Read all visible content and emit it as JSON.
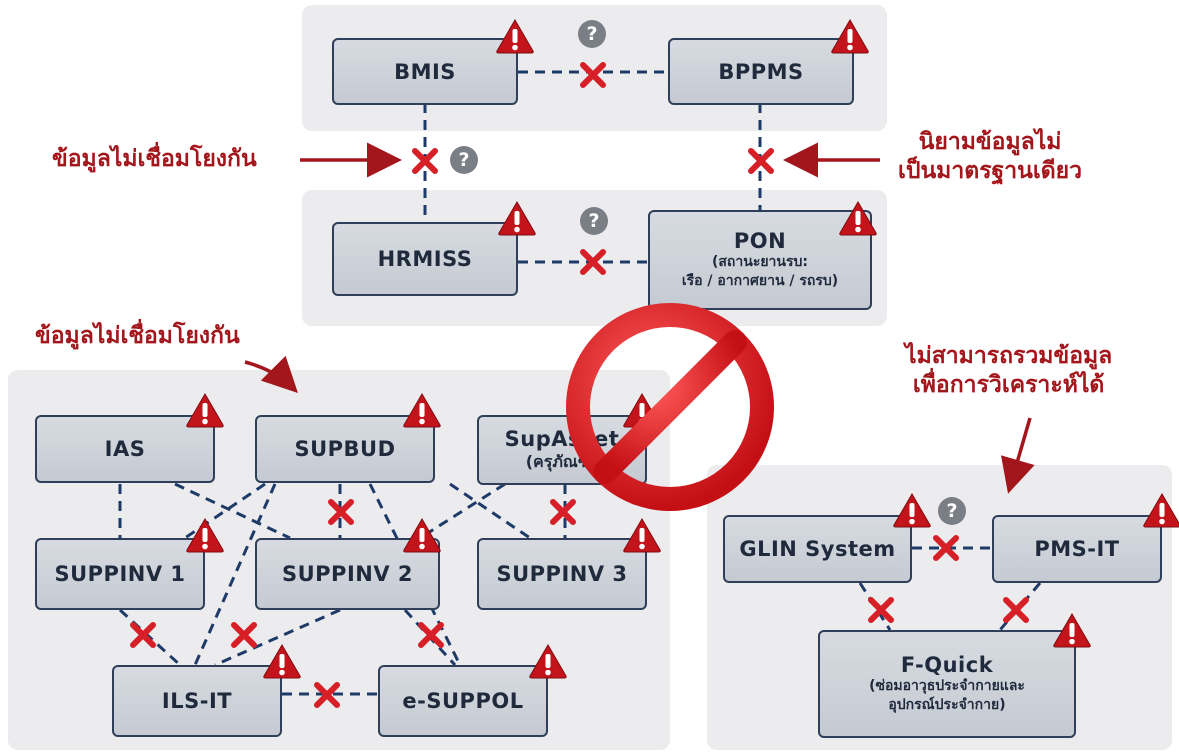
{
  "systems": {
    "bmis": "BMIS",
    "bppms": "BPPMS",
    "hrmiss": "HRMISS",
    "pon": "PON",
    "pon_sub1": "(สถานะยานรบ:",
    "pon_sub2": "เรือ / อากาศยาน / รถรบ)",
    "ias": "IAS",
    "supbud": "SUPBUD",
    "supasset": "SupAsset",
    "supasset_sub": "(ครุภัณฑ์)",
    "suppinv1": "SUPPINV 1",
    "suppinv2": "SUPPINV 2",
    "suppinv3": "SUPPINV 3",
    "ilsit": "ILS-IT",
    "esuppol": "e-SUPPOL",
    "glin": "GLIN System",
    "pmsit": "PMS-IT",
    "fquick": "F-Quick",
    "fquick_sub1": "(ซ่อมอาวุธประจำกายและ",
    "fquick_sub2": "อุปกรณ์ประจำกาย)"
  },
  "callouts": {
    "not_linked_top": "ข้อมูลไม่เชื่อมโยงกัน",
    "not_standard_1": "นิยามข้อมูลไม่",
    "not_standard_2": "เป็นมาตรฐานเดียว",
    "not_linked_left": "ข้อมูลไม่เชื่อมโยงกัน",
    "cannot_merge_1": "ไม่สามารถรวมข้อมูล",
    "cannot_merge_2": "เพื่อการวิเคราะห์ได้"
  },
  "symbols": {
    "question": "?"
  },
  "colors": {
    "warning_red": "#c4141b",
    "cross_red": "#d61f26",
    "callout_red": "#a3161b",
    "link_navy": "#1e3a68",
    "box_fill": "#cdd1d8",
    "panel_gray": "#ececee",
    "prohibition_red": "#e01c22"
  },
  "icons": [
    "warning-triangle-icon",
    "question-circle-icon",
    "broken-link-x-icon",
    "prohibition-icon",
    "arrow-icon"
  ]
}
